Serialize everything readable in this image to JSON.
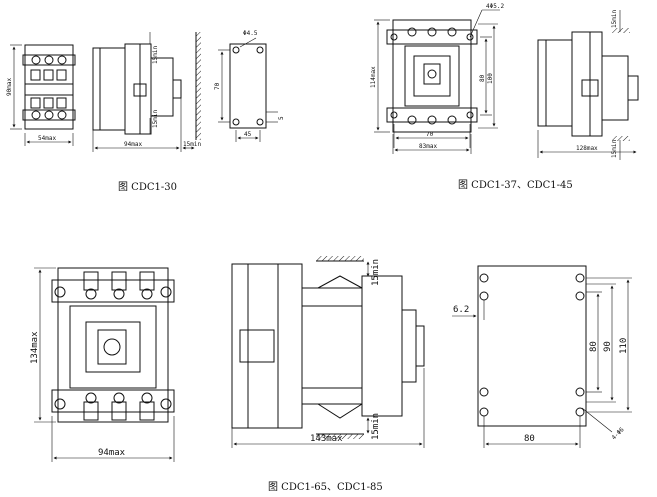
{
  "captions": {
    "cdc1_30": "图 CDC1-30",
    "cdc1_37_45": "图 CDC1-37、CDC1-45",
    "cdc1_65_85": "图 CDC1-65、CDC1-85"
  },
  "cdc1_30": {
    "front_height": "90max",
    "front_width": "54max",
    "side_width": "94max",
    "side_clear_top": "15min",
    "side_clear_bottom": "15min",
    "side_clear_right": "15min",
    "mount_hole": "Φ4.5",
    "mount_height": "70",
    "mount_width": "45",
    "mount_small": "5"
  },
  "cdc1_37_45": {
    "front_hole": "4Φ5.2",
    "front_height": "114max",
    "front_width": "83max",
    "front_inner": "70",
    "front_h1": "80",
    "front_h2": "100",
    "side_width": "128max",
    "side_clear_top": "15min",
    "side_clear_bottom": "15min"
  },
  "cdc1_65_85": {
    "front_height": "134max",
    "front_width": "94max",
    "side_width": "143max",
    "side_clear_top": "15min",
    "side_clear_bottom": "15min",
    "mount_left": "6.2",
    "mount_h1": "80",
    "mount_h2": "90",
    "mount_h3": "110",
    "mount_width": "80",
    "mount_hole": "4-Φ6"
  }
}
